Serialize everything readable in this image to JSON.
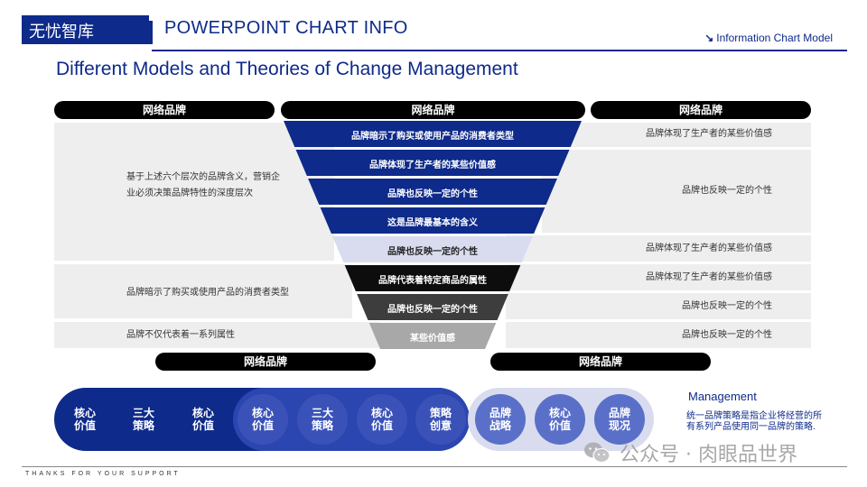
{
  "header": {
    "brand": "无忧智库",
    "top_title": "POWERPOINT CHART INFO",
    "top_right": "Information Chart Model",
    "main_title": "Different Models and Theories of Change Management"
  },
  "pills": {
    "top_left": "网络品牌",
    "top_center": "网络品牌",
    "top_right": "网络品牌",
    "bottom_left": "网络品牌",
    "bottom_right": "网络品牌"
  },
  "left_notes": [
    "基于上述六个层次的品牌含义，营销企业必须决策品牌特性的深度层次",
    "品牌暗示了购买或使用产品的消费者类型",
    "品牌不仅代表着一系列属性"
  ],
  "funnel": [
    {
      "label": "品牌暗示了购买或使用产品的消费者类型",
      "color": "#0e2a8a",
      "text_color": "#ffffff"
    },
    {
      "label": "品牌体现了生产者的某些价值感",
      "color": "#0e2a8a",
      "text_color": "#ffffff"
    },
    {
      "label": "品牌也反映一定的个性",
      "color": "#0e2a8a",
      "text_color": "#ffffff"
    },
    {
      "label": "这是品牌最基本的含义",
      "color": "#0e2a8a",
      "text_color": "#ffffff"
    },
    {
      "label": "品牌也反映一定的个性",
      "color": "#d9dcef",
      "text_color": "#222222"
    },
    {
      "label": "品牌代表着特定商品的属性",
      "color": "#0d0d0d",
      "text_color": "#ffffff"
    },
    {
      "label": "品牌也反映一定的个性",
      "color": "#3d3d3d",
      "text_color": "#ffffff"
    },
    {
      "label": "某些价值感",
      "color": "#a8a8a8",
      "text_color": "#ffffff"
    }
  ],
  "right_notes": [
    "品牌体现了生产者的某些价值感",
    "品牌也反映一定的个性",
    "品牌体现了生产者的某些价值感",
    "品牌体现了生产者的某些价值感",
    "品牌也反映一定的个性",
    "品牌也反映一定的个性"
  ],
  "circles": [
    {
      "label": "核心价值",
      "color": "#0e2a8a"
    },
    {
      "label": "三大策略",
      "color": "#0e2a8a"
    },
    {
      "label": "核心价值",
      "color": "#0e2a8a"
    },
    {
      "label": "核心价值",
      "color": "#3a52b8"
    },
    {
      "label": "三大策略",
      "color": "#3a52b8"
    },
    {
      "label": "核心价值",
      "color": "#3a52b8"
    },
    {
      "label": "策略创意",
      "color": "#3a52b8"
    },
    {
      "label": "品牌战略",
      "color": "#5a70c8"
    },
    {
      "label": "核心价值",
      "color": "#5a70c8"
    },
    {
      "label": "品牌现况",
      "color": "#5a70c8"
    }
  ],
  "management": {
    "title": "Management",
    "desc": "统一品牌策略是指企业将经营的所有系列产品使用同一品牌的策略."
  },
  "watermark": "公众号 · 肉眼品世界",
  "footer": "THANKS FOR YOUR SUPPORT"
}
